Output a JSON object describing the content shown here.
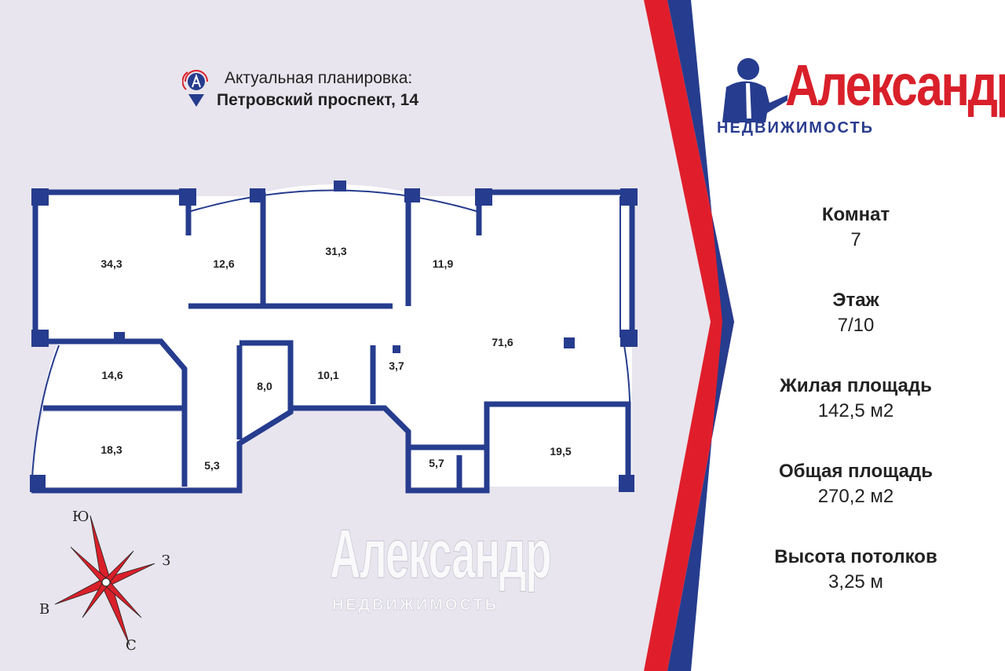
{
  "header": {
    "line1": "Актуальная планировка:",
    "line2": "Петровский проспект, 14"
  },
  "logo": {
    "name": "Александр",
    "subtitle": "НЕДВИЖИМОСТЬ"
  },
  "watermark": {
    "name": "Александр",
    "subtitle": "НЕДВИЖИМОСТЬ"
  },
  "stats": [
    {
      "label": "Комнат",
      "value": "7"
    },
    {
      "label": "Этаж",
      "value": "7/10"
    },
    {
      "label": "Жилая площадь",
      "value": "142,5 м2"
    },
    {
      "label": "Общая площадь",
      "value": "270,2 м2"
    },
    {
      "label": "Высота потолков",
      "value": "3,25 м"
    }
  ],
  "rooms": [
    "34,3",
    "12,6",
    "31,3",
    "11,9",
    "14,6",
    "8,0",
    "10,1",
    "3,7",
    "71,6",
    "18,3",
    "5,3",
    "5,7",
    "19,5"
  ],
  "compass": {
    "north": "С",
    "south": "Ю",
    "east": "В",
    "west": "З"
  },
  "colors": {
    "wall": "#263c8e",
    "accent_red": "#d9202a",
    "background": "#e8e5ee"
  }
}
